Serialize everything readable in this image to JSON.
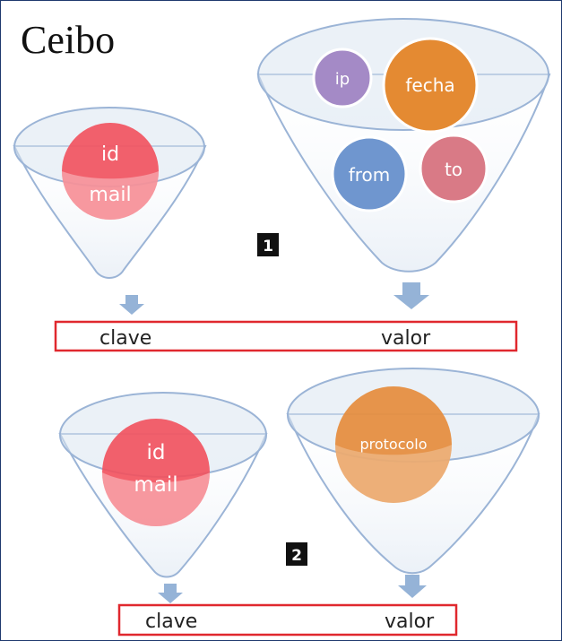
{
  "title": "Ceibo",
  "section_1": {
    "step": "1",
    "key_funnel": {
      "label_line1": "id",
      "label_line2": "mail"
    },
    "value_funnel": {
      "fields": [
        "ip",
        "fecha",
        "from",
        "to"
      ]
    },
    "output": {
      "key_label": "clave",
      "value_label": "valor"
    }
  },
  "section_2": {
    "step": "2",
    "key_funnel": {
      "label_line1": "id",
      "label_line2": "mail"
    },
    "value_funnel": {
      "fields": [
        "protocolo"
      ]
    },
    "output": {
      "key_label": "clave",
      "value_label": "valor"
    }
  },
  "colors": {
    "funnel_fill": "#dbe5f1",
    "funnel_stroke": "#9bb4d6",
    "arrow": "#95b3d7",
    "output_border": "#e0282e",
    "id_mail": "#f2505c",
    "ip": "#a48ac6",
    "fecha": "#e48a32",
    "from": "#6f96cf",
    "to": "#d97a86",
    "protocolo": "#e58c3c",
    "badge": "#111111"
  }
}
